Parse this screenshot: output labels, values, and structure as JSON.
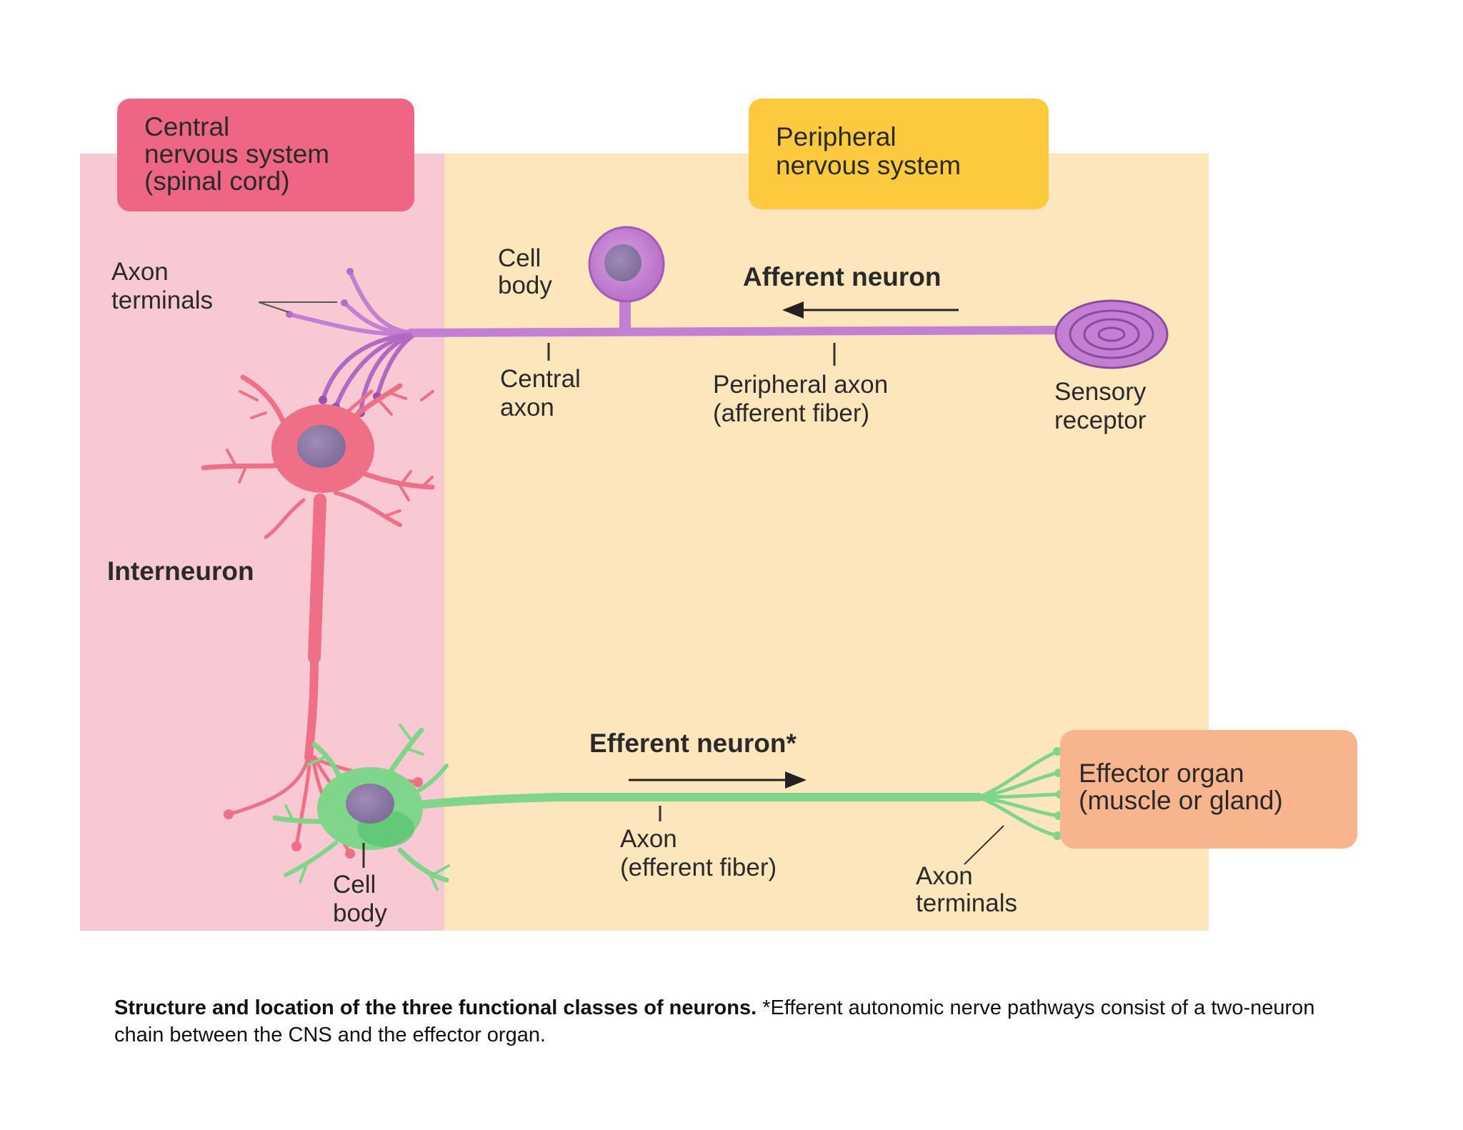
{
  "regions": {
    "cns": {
      "label_lines": [
        "Central",
        "nervous system",
        "(spinal cord)"
      ],
      "fill": "#f8c9d2",
      "box_fill": "#ef6684"
    },
    "pns": {
      "label_lines": [
        "Peripheral",
        "nervous system"
      ],
      "fill": "#fde6bc",
      "box_fill": "#fdc93e"
    }
  },
  "afferent": {
    "title": "Afferent neuron",
    "color": "#c37fd2",
    "labels": {
      "axon_terminals": [
        "Axon",
        "terminals"
      ],
      "cell_body": [
        "Cell",
        "body"
      ],
      "central_axon": [
        "Central",
        "axon"
      ],
      "peripheral_axon": [
        "Peripheral axon",
        "(afferent fiber)"
      ],
      "sensory_receptor": [
        "Sensory",
        "receptor"
      ]
    }
  },
  "interneuron": {
    "title": "Interneuron",
    "color": "#ef6f86"
  },
  "efferent": {
    "title": "Efferent neuron*",
    "color": "#7fd68a",
    "labels": {
      "axon": [
        "Axon",
        "(efferent fiber)"
      ],
      "cell_body": [
        "Cell",
        "body"
      ],
      "axon_terminals": [
        "Axon",
        "terminals"
      ]
    }
  },
  "effector": {
    "label_lines": [
      "Effector organ",
      "(muscle or gland)"
    ],
    "fill": "#f8b58d"
  },
  "caption": {
    "bold": "Structure and location of the three functional classes of neurons.",
    "text": " *Efferent autonomic nerve pathways consist of a two-neuron chain between the CNS and the effector organ."
  }
}
